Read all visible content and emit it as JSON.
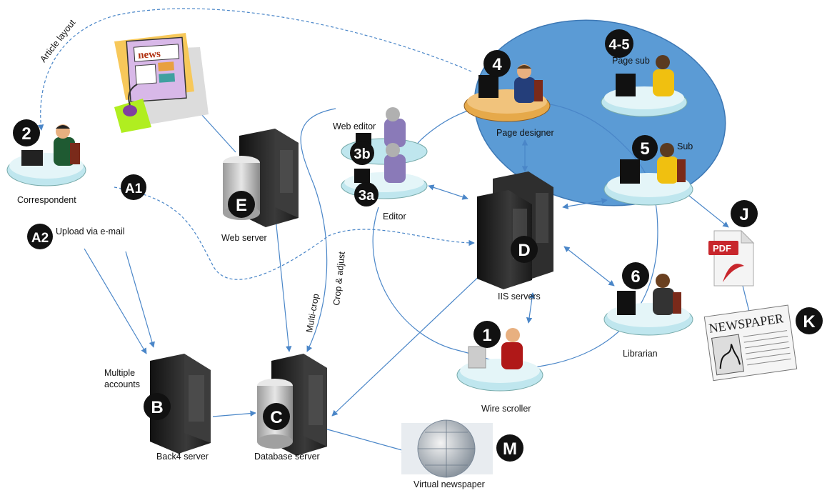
{
  "colors": {
    "connector": "#4a86c8",
    "ellipse": "#5b9bd5",
    "badge": "#111111",
    "badge_text": "#ffffff",
    "desk": "#bfe6ee",
    "server": "#2a2a2a",
    "database": "#bdbdbd",
    "pdf_red": "#c8262c"
  },
  "nodes": {
    "correspondent": {
      "badge": "2",
      "label": "Correspondent",
      "icon": "person-at-desk-icon"
    },
    "web_server": {
      "badge": "E",
      "label": "Web server",
      "icon": "server-with-database-icon"
    },
    "editor": {
      "badge": "3a",
      "label": "Editor",
      "icon": "person-at-desk-icon"
    },
    "web_editor": {
      "badge": "3b",
      "label": "Web editor",
      "icon": "person-at-desk-icon"
    },
    "page_designer": {
      "badge": "4",
      "label": "Page designer",
      "icon": "person-at-desk-icon"
    },
    "page_sub": {
      "badge": "4-5",
      "label": "Page sub",
      "icon": "person-at-desk-icon"
    },
    "sub": {
      "badge": "5",
      "label": "Sub",
      "icon": "person-at-desk-icon"
    },
    "iis_servers": {
      "badge": "D",
      "label": "IIS servers",
      "icon": "server-cluster-icon"
    },
    "librarian": {
      "badge": "6",
      "label": "Librarian",
      "icon": "person-at-desk-icon"
    },
    "wire_scroller": {
      "badge": "1",
      "label": "Wire scroller",
      "icon": "person-at-desk-icon"
    },
    "back4_server": {
      "badge": "B",
      "label": "Back4 server",
      "icon": "server-icon"
    },
    "multiple_accounts": {
      "label": "Multiple\naccounts"
    },
    "database_server": {
      "badge": "C",
      "label": "Database server",
      "icon": "server-with-database-icon"
    },
    "virtual_newspaper": {
      "badge": "M",
      "label": "Virtual newspaper",
      "icon": "globe-of-pages-icon"
    },
    "pdf_output": {
      "badge": "J",
      "icon": "pdf-file-icon",
      "icon_text": "PDF"
    },
    "newspaper_output": {
      "badge": "K",
      "icon": "newspaper-icon",
      "icon_text": "NEWSPAPER"
    },
    "news_page": {
      "icon": "news-webpage-icon",
      "icon_text": "news"
    }
  },
  "sources": {
    "a1": {
      "badge": "A1"
    },
    "a2": {
      "badge": "A2",
      "label": "Upload via e-mail"
    }
  },
  "edge_labels": {
    "article_layout": "Article layout",
    "multi_crop": "Multi-crop",
    "crop_adjust": "Crop & adjust"
  }
}
